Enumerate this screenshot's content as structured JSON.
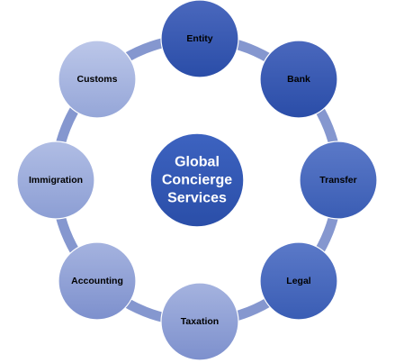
{
  "diagram": {
    "center": {
      "lines": [
        "Global",
        "Concierge",
        "Services"
      ],
      "text_color": "#ffffff"
    },
    "nodes": [
      {
        "label": "Entity",
        "shade": "dark"
      },
      {
        "label": "Bank",
        "shade": "dark"
      },
      {
        "label": "Transfer",
        "shade": "mid"
      },
      {
        "label": "Legal",
        "shade": "mid"
      },
      {
        "label": "Taxation",
        "shade": "light"
      },
      {
        "label": "Accounting",
        "shade": "light"
      },
      {
        "label": "Immigration",
        "shade": "lighter"
      },
      {
        "label": "Customs",
        "shade": "lightest"
      }
    ],
    "colors": {
      "ring": "#8597cf",
      "node_dark_top": "#4a68bd",
      "node_dark_bottom": "#2a4da8",
      "node_mid_top": "#5b79c8",
      "node_mid_bottom": "#3a5db4",
      "node_light_top": "#a5b3df",
      "node_light_bottom": "#7d90cd",
      "node_lighter_top": "#b0bde4",
      "node_lighter_bottom": "#8c9ed4",
      "node_lightest_top": "#bcc7e9",
      "node_lightest_bottom": "#95a6d8",
      "center_top": "#3d63c0",
      "center_bottom": "#2a4ea8",
      "label_text": "#000000"
    }
  }
}
